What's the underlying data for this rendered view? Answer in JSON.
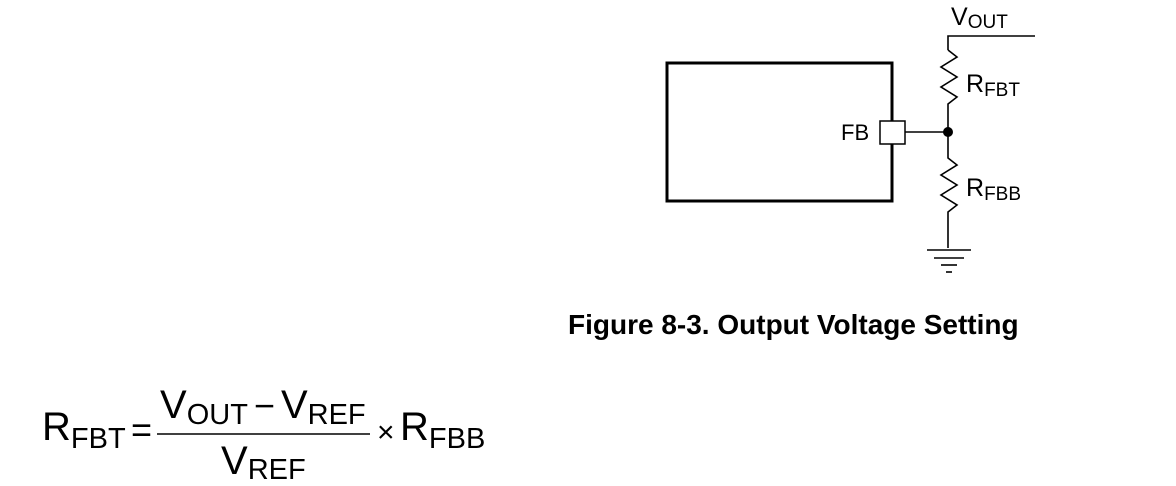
{
  "schematic": {
    "vout": {
      "main": "V",
      "sub": "OUT"
    },
    "rfbt": {
      "main": "R",
      "sub": "FBT"
    },
    "rfbb": {
      "main": "R",
      "sub": "FBB"
    },
    "fb_pin": "FB"
  },
  "caption": "Figure 8-3. Output Voltage Setting",
  "equation": {
    "lhs": {
      "main": "R",
      "sub": "FBT"
    },
    "equals": "=",
    "num_v1": {
      "main": "V",
      "sub": "OUT"
    },
    "minus": "−",
    "num_v2": {
      "main": "V",
      "sub": "REF"
    },
    "den": {
      "main": "V",
      "sub": "REF"
    },
    "times": "×",
    "rhs": {
      "main": "R",
      "sub": "FBB"
    }
  }
}
